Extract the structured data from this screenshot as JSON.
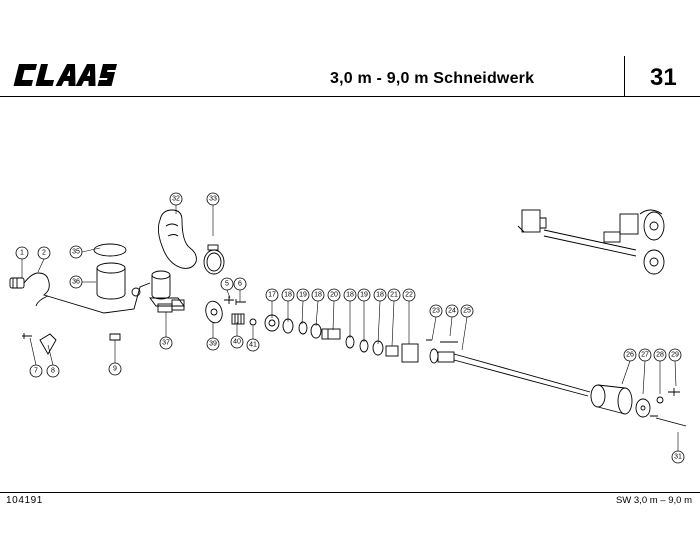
{
  "header": {
    "brand": "CLAAS",
    "title": "3,0 m  -  9,0 m  Schneidwerk",
    "page_number": "31"
  },
  "footer": {
    "doc_number": "104191",
    "range_label": "SW 3,0 m – 9,0 m"
  },
  "callouts": [
    {
      "id": "c1",
      "label": "1"
    },
    {
      "id": "c2",
      "label": "2"
    },
    {
      "id": "c35",
      "label": "35"
    },
    {
      "id": "c36",
      "label": "36"
    },
    {
      "id": "c32",
      "label": "32"
    },
    {
      "id": "c33",
      "label": "33"
    },
    {
      "id": "c5",
      "label": "5"
    },
    {
      "id": "c6",
      "label": "6"
    },
    {
      "id": "c37",
      "label": "37"
    },
    {
      "id": "c39",
      "label": "39"
    },
    {
      "id": "c40",
      "label": "40"
    },
    {
      "id": "c41",
      "label": "41"
    },
    {
      "id": "c7",
      "label": "7"
    },
    {
      "id": "c8",
      "label": "8"
    },
    {
      "id": "c9",
      "label": "9"
    },
    {
      "id": "c17",
      "label": "17"
    },
    {
      "id": "c18a",
      "label": "18"
    },
    {
      "id": "c19a",
      "label": "19"
    },
    {
      "id": "c18b",
      "label": "18"
    },
    {
      "id": "c20",
      "label": "20"
    },
    {
      "id": "c18c",
      "label": "18"
    },
    {
      "id": "c19b",
      "label": "19"
    },
    {
      "id": "c18d",
      "label": "18"
    },
    {
      "id": "c21",
      "label": "21"
    },
    {
      "id": "c22",
      "label": "22"
    },
    {
      "id": "c23",
      "label": "23"
    },
    {
      "id": "c24",
      "label": "24"
    },
    {
      "id": "c25",
      "label": "25"
    },
    {
      "id": "c26",
      "label": "26"
    },
    {
      "id": "c27",
      "label": "27"
    },
    {
      "id": "c28",
      "label": "28"
    },
    {
      "id": "c29",
      "label": "29"
    },
    {
      "id": "c31",
      "label": "31"
    }
  ]
}
